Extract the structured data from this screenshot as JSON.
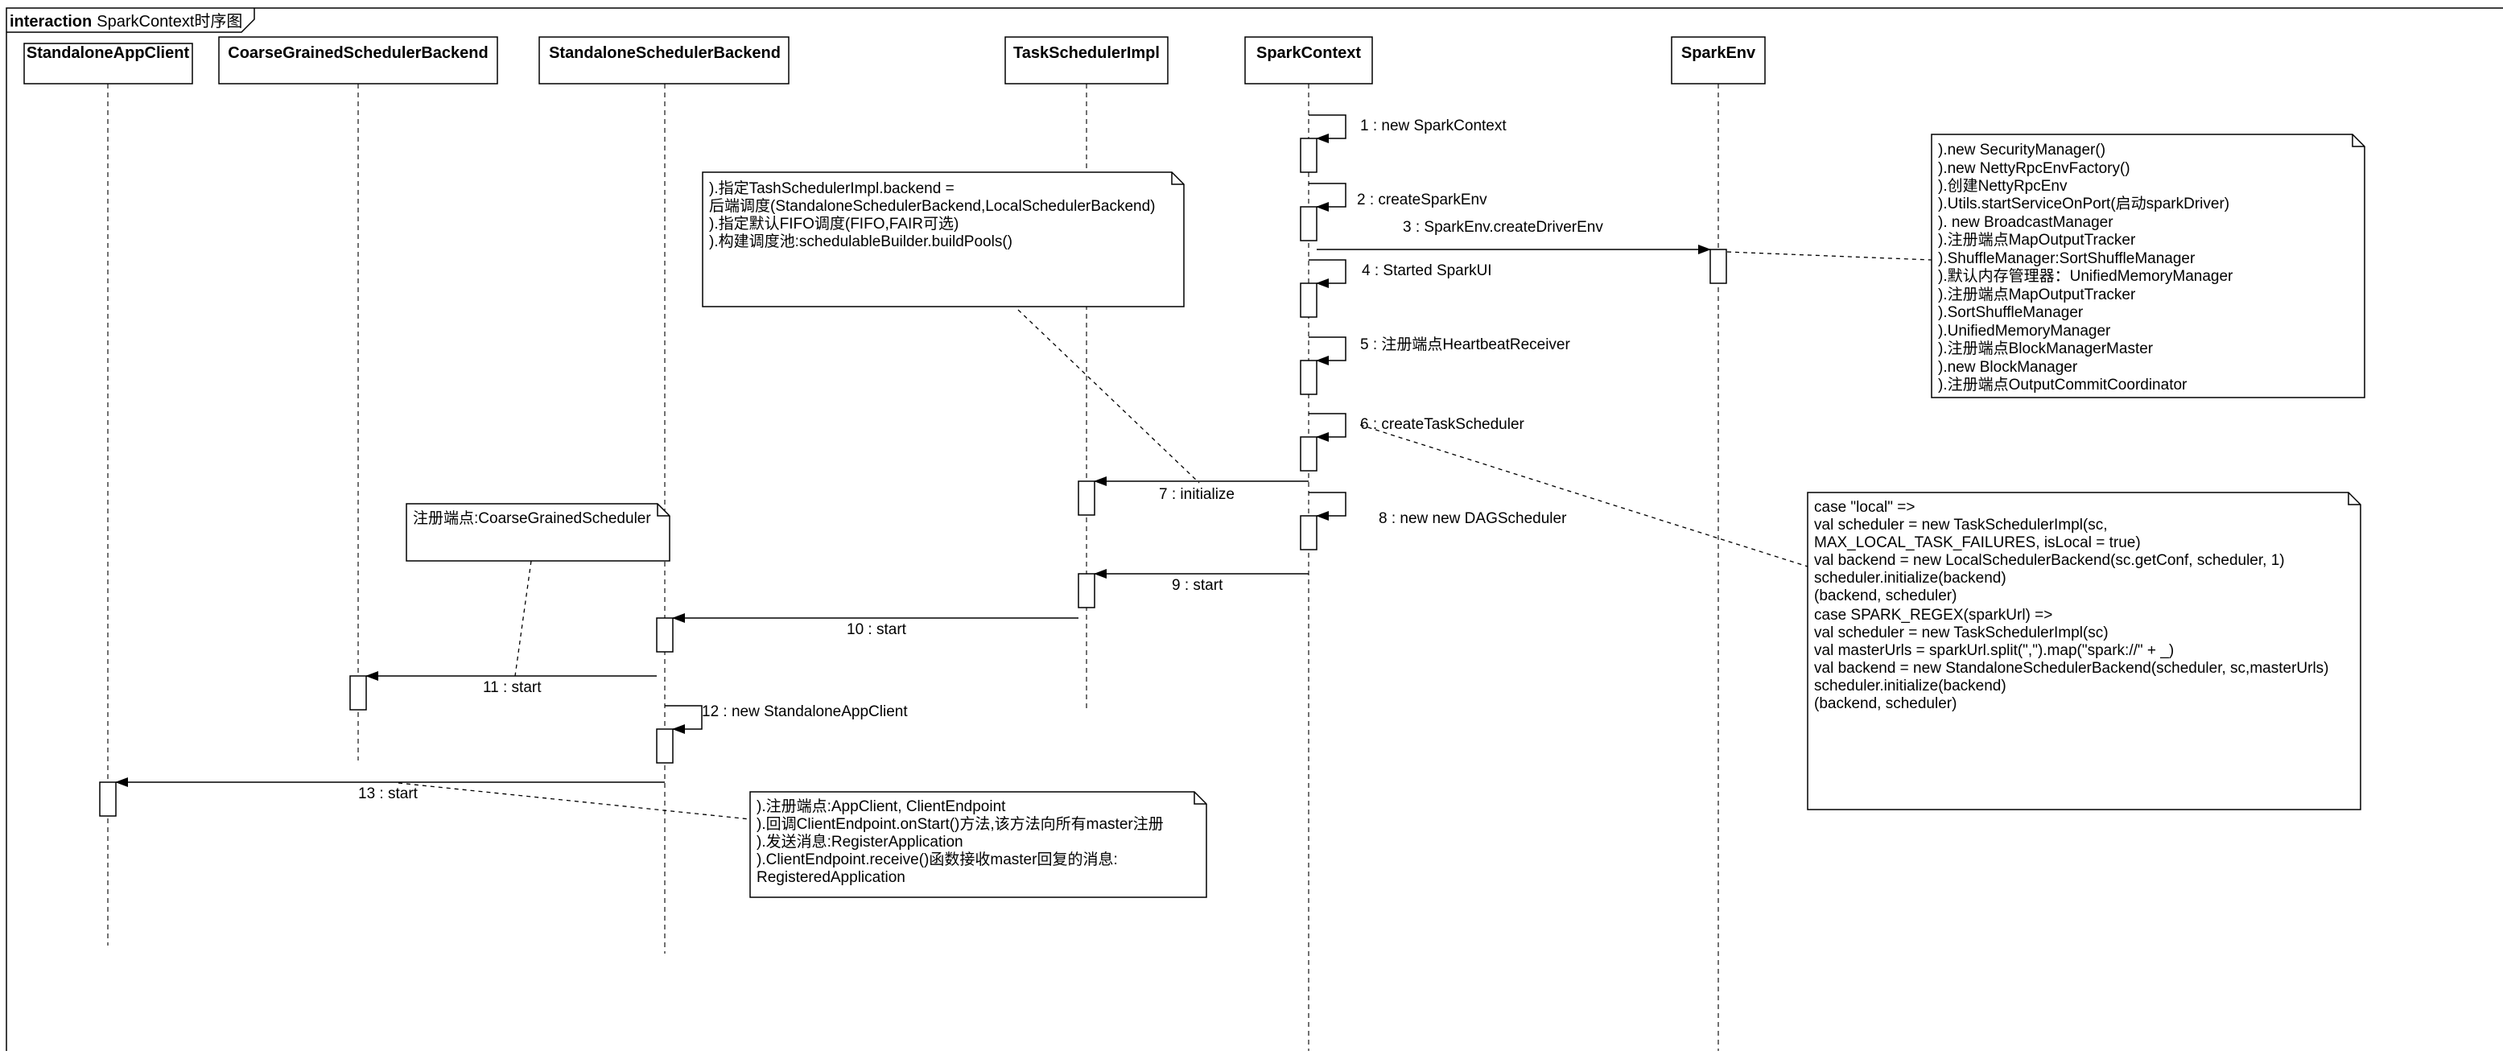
{
  "frame": {
    "keyword": "interaction",
    "name": "SparkContext时序图"
  },
  "lifelines": [
    {
      "id": "standalone-app-client",
      "label": "StandaloneAppClient"
    },
    {
      "id": "coarse-grained-scheduler-backend",
      "label": "CoarseGrainedSchedulerBackend"
    },
    {
      "id": "standalone-scheduler-backend",
      "label": "StandaloneSchedulerBackend"
    },
    {
      "id": "task-scheduler-impl",
      "label": "TaskSchedulerImpl"
    },
    {
      "id": "spark-context",
      "label": "SparkContext"
    },
    {
      "id": "spark-env",
      "label": "SparkEnv"
    }
  ],
  "messages": [
    "1 : new SparkContext",
    "2 : createSparkEnv",
    "3 : SparkEnv.createDriverEnv",
    "4 : Started SparkUI",
    "5 : 注册端点HeartbeatReceiver",
    "6 : createTaskScheduler",
    "7 : initialize",
    "8 : new new DAGScheduler",
    "9 : start",
    "10 : start",
    "11 : start",
    "12 : new StandaloneAppClient",
    "13 : start"
  ],
  "notes": {
    "task_scheduler": [
      ").指定TashSchedulerImpl.backend =",
      "后端调度(StandaloneSchedulerBackend,LocalSchedulerBackend)",
      ").指定默认FIFO调度(FIFO,FAIR可选)",
      ").构建调度池:schedulableBuilder.buildPools()"
    ],
    "spark_env": [
      ").new SecurityManager()",
      ").new NettyRpcEnvFactory()",
      ").创建NettyRpcEnv",
      ").Utils.startServiceOnPort(启动sparkDriver)",
      "). new BroadcastManager",
      ").注册端点MapOutputTracker",
      ").ShuffleManager:SortShuffleManager",
      ").默认内存管理器：UnifiedMemoryManager",
      ").注册端点MapOutputTracker",
      ").SortShuffleManager",
      ").UnifiedMemoryManager",
      ").注册端点BlockManagerMaster",
      ").new BlockManager",
      ").注册端点OutputCommitCoordinator"
    ],
    "coarse_grained": [
      "注册端点:CoarseGrainedScheduler"
    ],
    "create_task_scheduler": [
      "case \"local\" =>",
      "  val scheduler = new TaskSchedulerImpl(sc,",
      "MAX_LOCAL_TASK_FAILURES, isLocal = true)",
      "  val backend = new LocalSchedulerBackend(sc.getConf, scheduler, 1)",
      "  scheduler.initialize(backend)",
      "  (backend, scheduler)",
      "case SPARK_REGEX(sparkUrl) =>",
      "  val scheduler = new TaskSchedulerImpl(sc)",
      "  val masterUrls = sparkUrl.split(\",\").map(\"spark://\" + _)",
      "  val backend = new StandaloneSchedulerBackend(scheduler, sc,masterUrls)",
      "  scheduler.initialize(backend)",
      "  (backend, scheduler)"
    ],
    "app_client": [
      ").注册端点:AppClient, ClientEndpoint",
      ").回调ClientEndpoint.onStart()方法,该方法向所有master注册",
      ").发送消息:RegisterApplication",
      ").ClientEndpoint.receive()函数接收master回复的消息:",
      "RegisteredApplication"
    ]
  }
}
